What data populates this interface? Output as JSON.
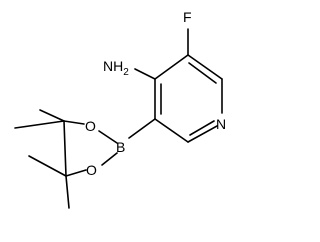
{
  "atoms": {
    "fluorine": "F",
    "amine": "NH",
    "amine_subscript": "2",
    "pyridine_nitrogen": "N",
    "boron": "B",
    "oxygen_top": "O",
    "oxygen_bottom": "O"
  },
  "colors": {
    "bond": "#000000",
    "label": "#000000",
    "background": "#ffffff"
  }
}
